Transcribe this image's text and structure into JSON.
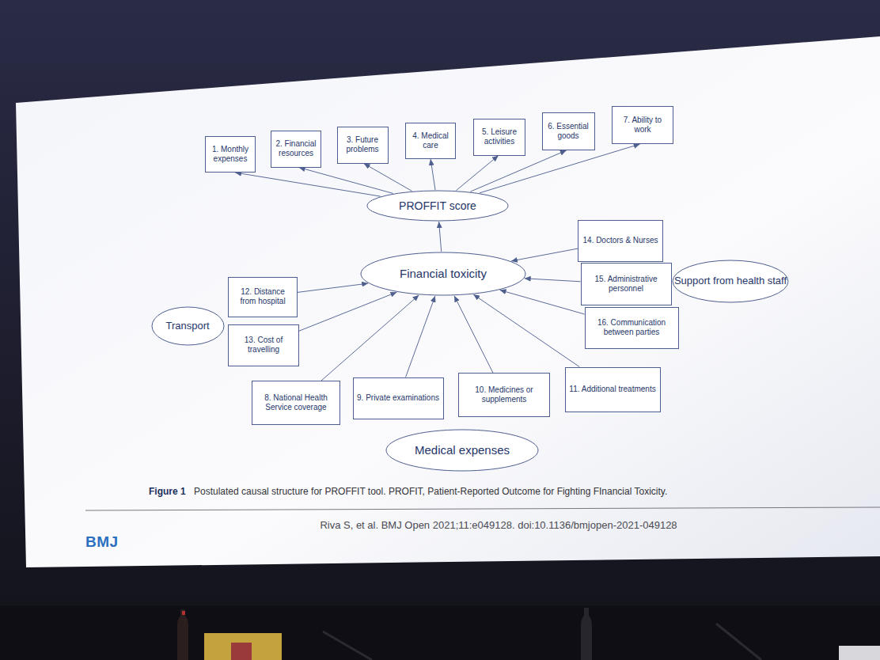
{
  "diagram": {
    "caption": "Postulated causal structure for PROFFIT tool. PROFIT, Patient-Reported Outcome for Fighting FInancial Toxicity.",
    "nodes": [
      {
        "text": [
          "1. Monthly expenses"
        ]
      },
      {
        "text": [
          "2. Financial resources"
        ]
      },
      {
        "text": [
          "3. Future problems"
        ]
      },
      {
        "text": [
          "4. Medical care"
        ]
      },
      {
        "text": [
          "5. Leisure activities"
        ]
      },
      {
        "text": [
          "6. Essential goods"
        ]
      },
      {
        "text": [
          "7. Ability to work"
        ]
      },
      {
        "text": [
          "PROFFIT score"
        ]
      },
      {
        "text": [
          "Financial toxicity"
        ]
      },
      {
        "text": [
          "14. Doctors & Nurses"
        ]
      },
      {
        "text": [
          "Support from health staff"
        ]
      },
      {
        "text": [
          "15. Administrative personnel"
        ]
      },
      {
        "text": [
          "12. Distance from hospital"
        ]
      },
      {
        "text": [
          "Transport"
        ]
      },
      {
        "text": [
          "13. Cost of travelling"
        ]
      },
      {
        "text": [
          "16. Communication between parties"
        ]
      },
      {
        "text": [
          "8. National Health Service coverage"
        ]
      },
      {
        "text": [
          "9. Private examinations"
        ]
      },
      {
        "text": [
          "10. Medicines or supplements"
        ]
      },
      {
        "text": [
          "11. Additional treatments"
        ]
      },
      {
        "text": [
          "Medical expenses"
        ]
      }
    ],
    "edges": [
      {
        "from": 7,
        "to": 0,
        "arrow": "to"
      },
      {
        "from": 7,
        "to": 1,
        "arrow": "to"
      },
      {
        "from": 7,
        "to": 2,
        "arrow": "to"
      },
      {
        "from": 7,
        "to": 3,
        "arrow": "to"
      },
      {
        "from": 7,
        "to": 4,
        "arrow": "to"
      },
      {
        "from": 7,
        "to": 5,
        "arrow": "to"
      },
      {
        "from": 7,
        "to": 6,
        "arrow": "to"
      },
      {
        "from": 8,
        "to": 7,
        "arrow": "to"
      },
      {
        "from": 16,
        "to": 8,
        "arrow": "to"
      },
      {
        "from": 17,
        "to": 8,
        "arrow": "to"
      },
      {
        "from": 18,
        "to": 8,
        "arrow": "to"
      },
      {
        "from": 19,
        "to": 8,
        "arrow": "to"
      },
      {
        "from": 12,
        "to": 8,
        "arrow": "to"
      },
      {
        "from": 14,
        "to": 8,
        "arrow": "to"
      },
      {
        "from": 9,
        "to": 8,
        "arrow": "to"
      },
      {
        "from": 11,
        "to": 8,
        "arrow": "to"
      },
      {
        "from": 15,
        "to": 8,
        "arrow": "to"
      }
    ],
    "labels": [
      "Figure 1",
      "Riva S, et al. BMJ Open 2021;11:e049128. doi:10.1136/bmjopen-2021-049128",
      "BMJ"
    ]
  }
}
